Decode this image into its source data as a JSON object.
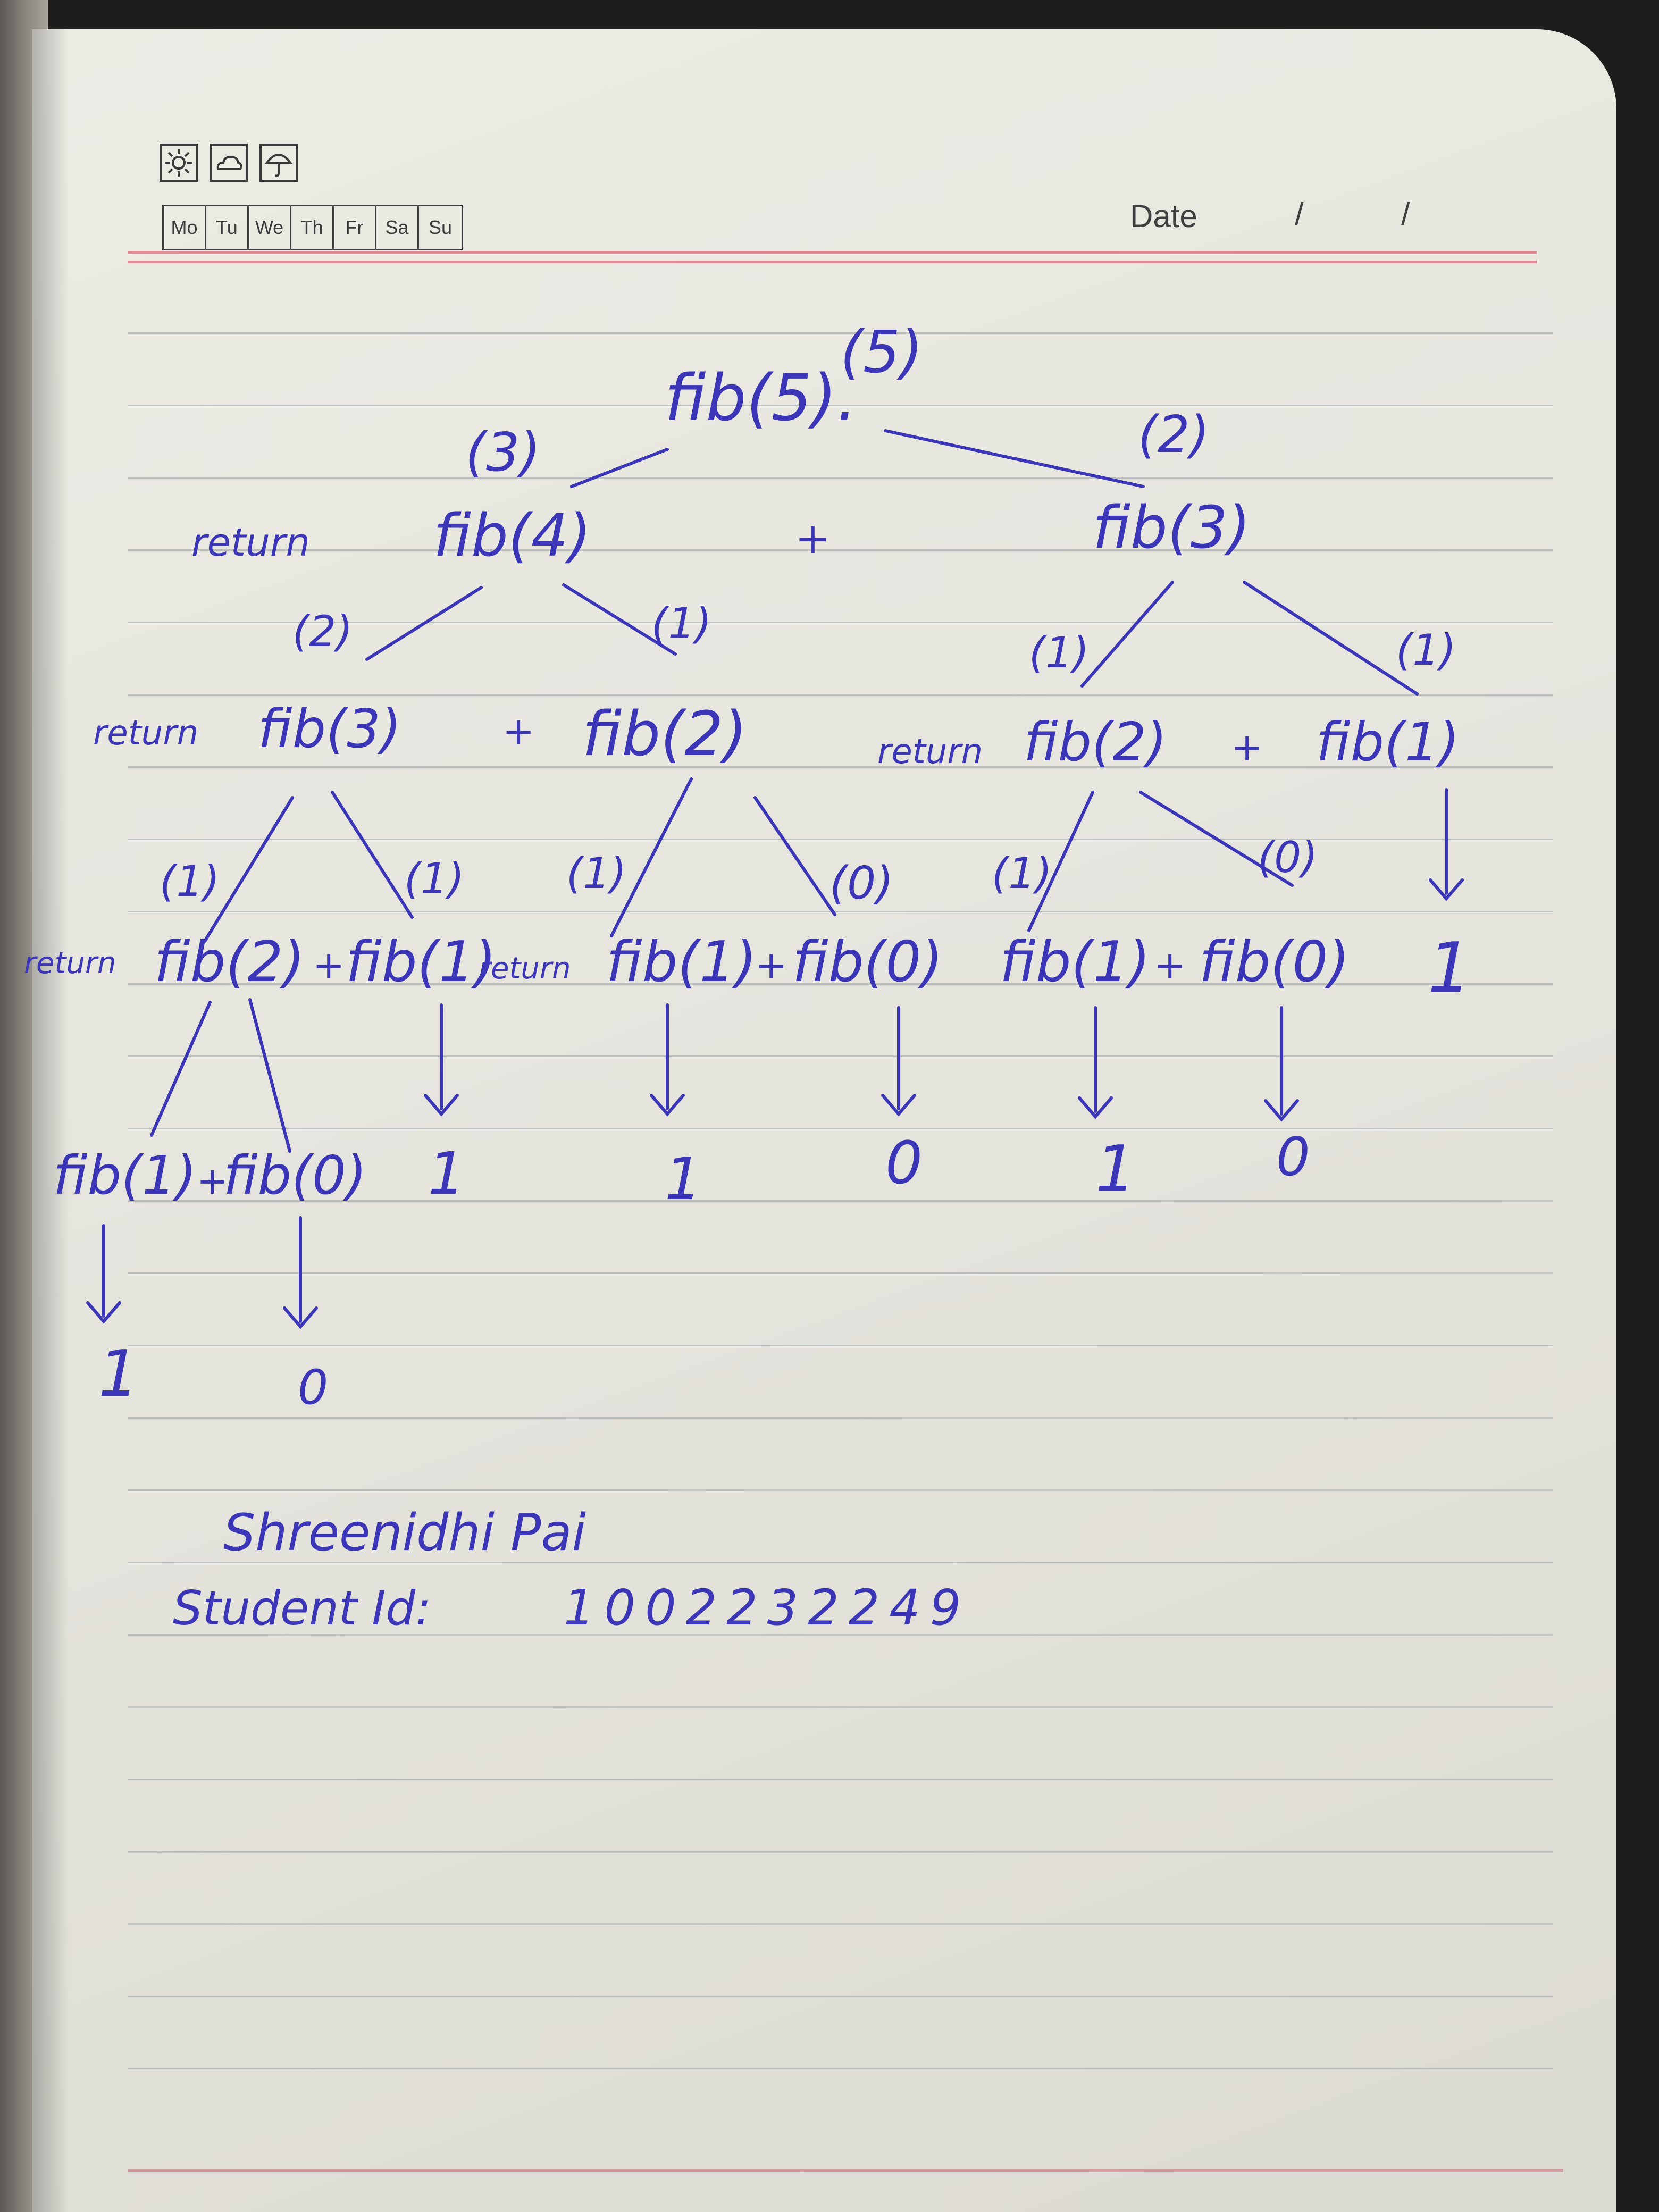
{
  "notebook": {
    "weather_icons": [
      "sun-icon",
      "cloud-icon",
      "umbrella-icon"
    ],
    "days": [
      "Mo",
      "Tu",
      "We",
      "Th",
      "Fr",
      "Sa",
      "Su"
    ],
    "date_label": "Date",
    "date_separator": "/"
  },
  "tree": {
    "root": {
      "label": "fib(5).",
      "value": "(5)"
    },
    "level1": {
      "return_word": "return",
      "left": {
        "label": "fib(4)",
        "value": "(3)"
      },
      "plus": "+",
      "right": {
        "label": "fib(3)",
        "value": "(2)"
      }
    },
    "level2": {
      "left_return": "return",
      "a": {
        "label": "fib(3)",
        "value": "(2)"
      },
      "plus_a": "+",
      "b": {
        "label": "fib(2)",
        "value": "(1)"
      },
      "right_return": "return",
      "c": {
        "label": "fib(2)",
        "value": "(1)"
      },
      "plus_c": "+",
      "d": {
        "label": "fib(1)",
        "value": "(1)"
      }
    },
    "level3": {
      "return_1": "return",
      "a1": "fib(2)",
      "a1_value": "(1)",
      "plus_1": "+",
      "a2": "fib(1)",
      "a2_value": "(1)",
      "return_2": "return",
      "b1": "fib(1)",
      "b1_value": "(1)",
      "plus_2": "+",
      "b2": "fib(0)",
      "b2_value": "(0)",
      "c1": "fib(1)",
      "c1_value": "(1)",
      "plus_3": "+",
      "c2": "fib(0)",
      "c2_value": "(0)",
      "d_result": "1"
    },
    "level4": {
      "e1": "fib(1)",
      "plus": "+",
      "e2": "fib(0)",
      "r_a2": "1",
      "r_b1": "1",
      "r_b2": "0",
      "r_c1": "1",
      "r_c2": "0"
    },
    "level5": {
      "r_e1": "1",
      "r_e2": "0"
    }
  },
  "signature": {
    "name": "Shreenidhi Pai",
    "student_id_label": "Student Id:",
    "student_id": "1002232249"
  }
}
